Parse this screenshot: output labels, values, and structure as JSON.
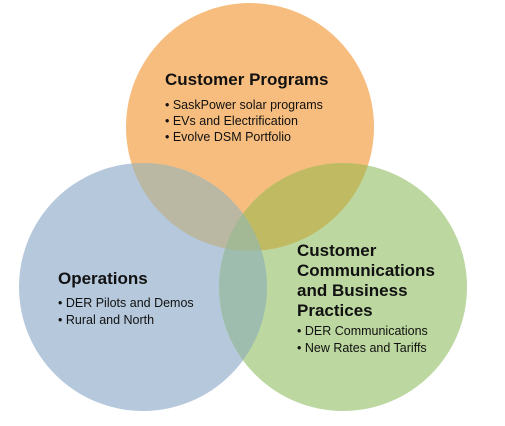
{
  "diagram": {
    "type": "venn",
    "circles": [
      {
        "id": "customer-programs",
        "fill": "#f7bd7f",
        "title": [
          "Customer Programs"
        ],
        "items": [
          "• SaskPower solar programs",
          "• EVs and Electrification",
          "• Evolve DSM Portfolio"
        ]
      },
      {
        "id": "operations",
        "fill": "#b5c8dc",
        "title": [
          "Operations"
        ],
        "items": [
          "• DER Pilots and Demos",
          "• Rural and North"
        ]
      },
      {
        "id": "customer-communications",
        "fill": "#bcd79f",
        "title": [
          "Customer",
          "Communications",
          "and Business",
          "Practices"
        ],
        "items": [
          "• DER Communications",
          "• New Rates and Tariffs"
        ]
      }
    ],
    "overlap_colors": {
      "programs_operations": "#bab7a3",
      "programs_communications": "#c0bb63",
      "operations_communications": "#9ebdae",
      "center": "#a3b995"
    }
  }
}
